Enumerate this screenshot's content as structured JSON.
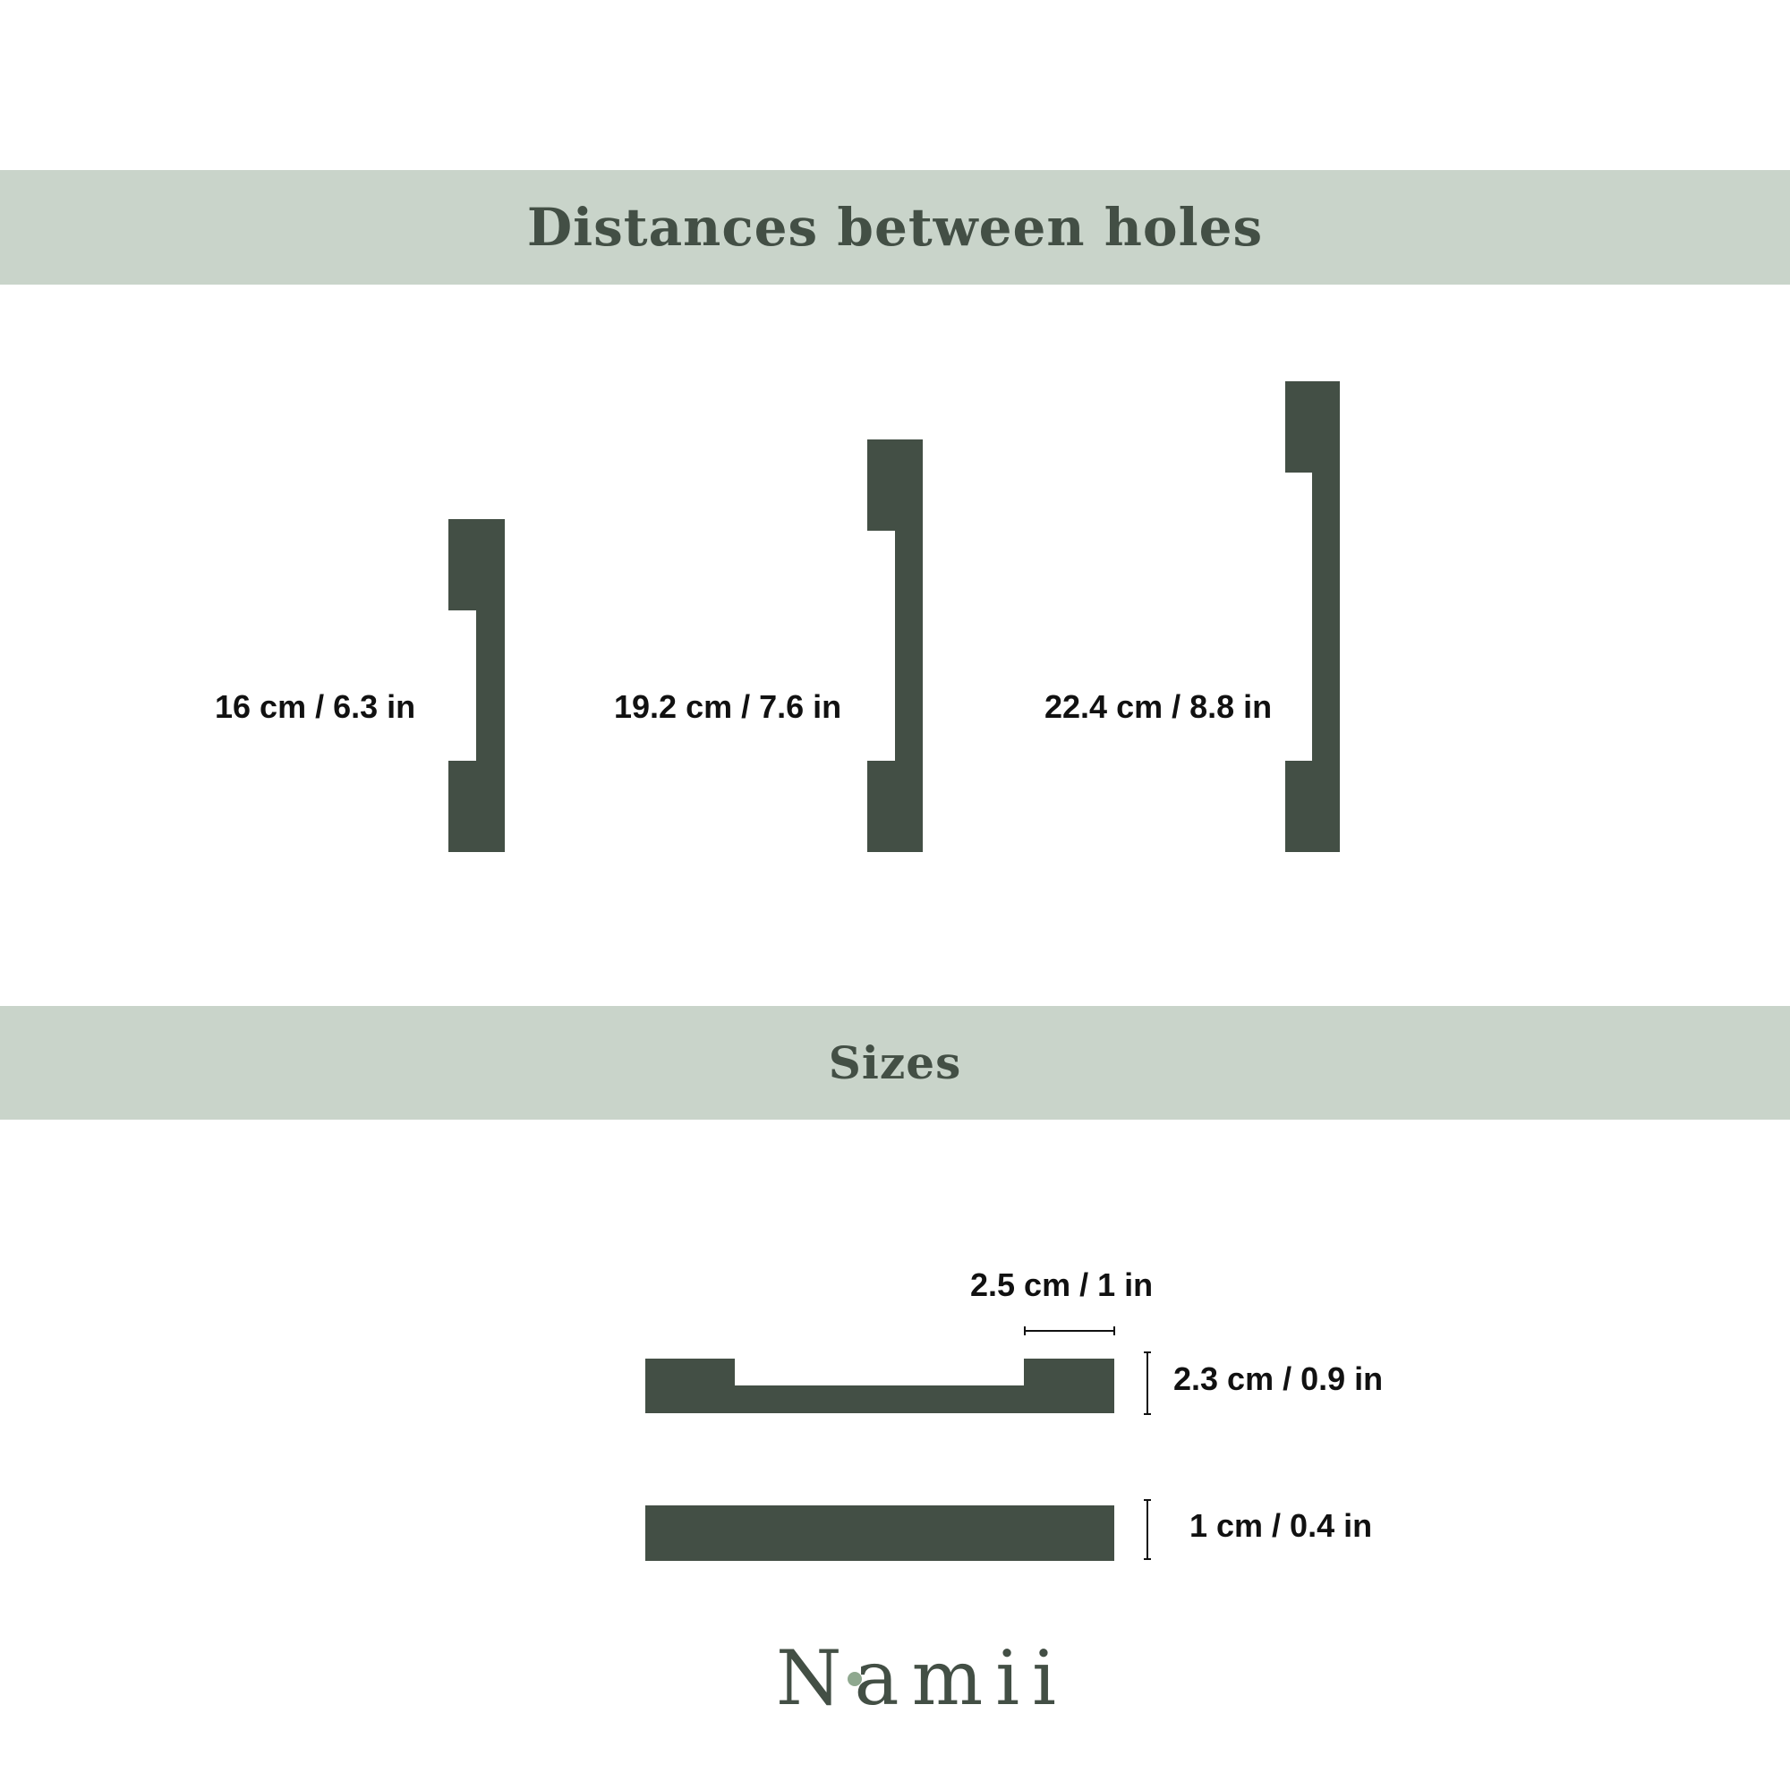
{
  "sections": {
    "distances_title": "Distances between holes",
    "sizes_title": "Sizes"
  },
  "distances": [
    {
      "label": "16 cm / 6.3 in",
      "cm": 16
    },
    {
      "label": "19.2 cm / 7.6 in",
      "cm": 19.2
    },
    {
      "label": "22.4 cm / 8.8 in",
      "cm": 22.4
    }
  ],
  "sizes": {
    "width_label": "2.5 cm / 1 in",
    "height_label": "2.3 cm / 0.9 in",
    "thickness_label": "1 cm / 0.4 in"
  },
  "brand": {
    "logo_text": "Namii"
  },
  "colors": {
    "primary": "#434f45",
    "banner": "#c9d4ca",
    "accent": "#8fa88f"
  }
}
